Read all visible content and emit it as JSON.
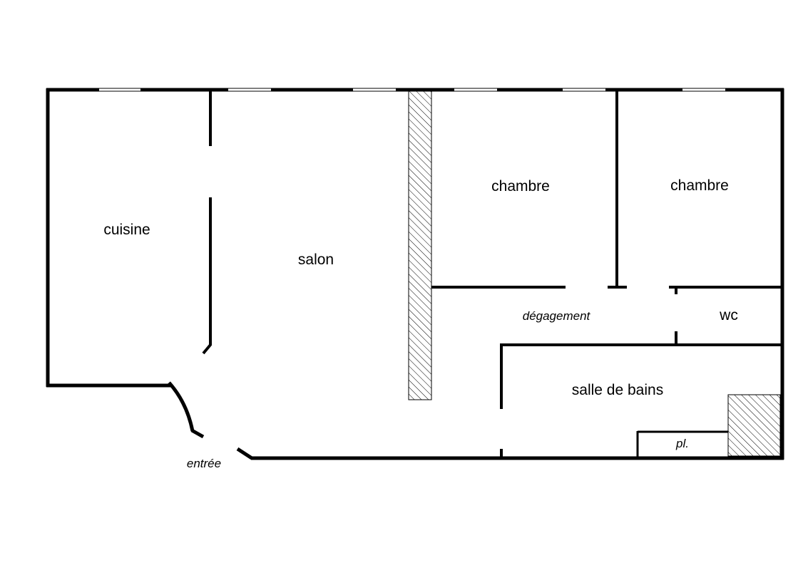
{
  "floorplan": {
    "rooms": {
      "cuisine": "cuisine",
      "salon": "salon",
      "chambre_1": "chambre",
      "chambre_2": "chambre",
      "degagement": "dégagement",
      "wc": "wc",
      "salle_de_bains": "salle de bains",
      "placard": "pl.",
      "entree": "entrée"
    },
    "colors": {
      "wall": "#000000",
      "background": "#ffffff",
      "hatch": "#000000"
    }
  }
}
